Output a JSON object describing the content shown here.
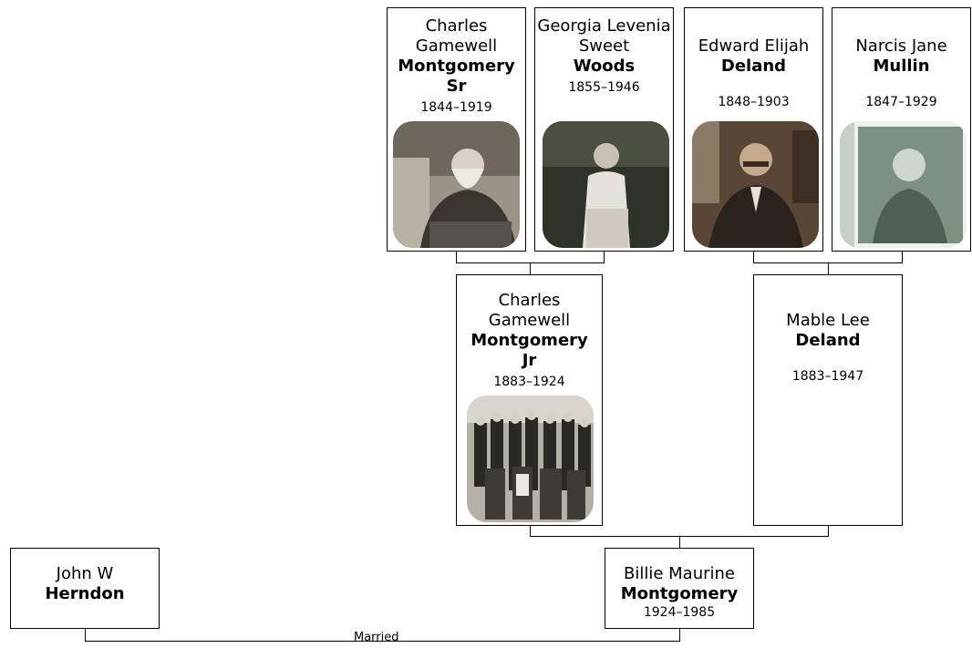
{
  "people": {
    "cgm_sr": {
      "given": "Charles Gamewell",
      "surname": "Montgomery Sr",
      "dates": "1844–1919",
      "photo": "portrait-photo-bearded-man-seated"
    },
    "glsw": {
      "given": "Georgia Levenia Sweet",
      "surname": "Woods",
      "dates": "1855–1946",
      "photo": "portrait-photo-elderly-woman-standing"
    },
    "eed": {
      "given": "Edward Elijah",
      "surname": "Deland",
      "dates": "1848–1903",
      "photo": "portrait-photo-man-with-mustache"
    },
    "njm": {
      "given": "Narcis Jane",
      "surname": "Mullin",
      "dates": "1847–1929",
      "photo": "portrait-photo-woman-faded"
    },
    "cgm_jr": {
      "given": "Charles Gamewell",
      "surname": "Montgomery Jr",
      "dates": "1883–1924",
      "photo": "group-family-photo"
    },
    "mld": {
      "given": "Mable Lee",
      "surname": "Deland",
      "dates": "1883–1947"
    },
    "bmm": {
      "given": "Billie Maurine",
      "surname": "Montgomery",
      "dates": "1924–1985"
    },
    "jwh": {
      "given": "John W",
      "surname": "Herndon"
    }
  },
  "relationship": {
    "label": "Married"
  },
  "colors": {
    "border": "#000000",
    "background": "#ffffff"
  }
}
